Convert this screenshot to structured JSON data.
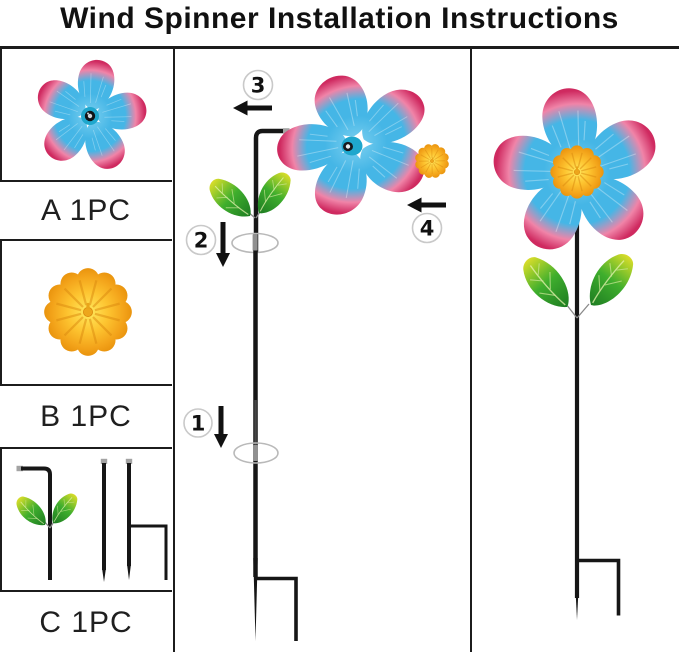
{
  "title": "Wind Spinner Installation Instructions",
  "parts_list": [
    {
      "letter": "A",
      "label": "A 1PC",
      "item": "blue-pink-pinwheel-blade"
    },
    {
      "letter": "B",
      "label": "B 1PC",
      "item": "orange-flower-center"
    },
    {
      "letter": "C",
      "label": "C 1PC",
      "item": "stake-poles-with-leaves"
    }
  ],
  "steps": [
    {
      "number": "1",
      "arrow_direction": "down"
    },
    {
      "number": "2",
      "arrow_direction": "down"
    },
    {
      "number": "3",
      "arrow_direction": "left"
    },
    {
      "number": "4",
      "arrow_direction": "left"
    }
  ],
  "colors": {
    "border": "#1c1c1c",
    "text": "#111111",
    "petal_blue": "#45b6e6",
    "petal_blue_light": "#7dd0f0",
    "petal_pink_light": "#f084a8",
    "petal_pink_deep": "#cf2a60",
    "hub_teal": "#1fa7cd",
    "flowerb_yellow": "#ffe95e",
    "flowerb_mid": "#fdc430",
    "flowerb_orange": "#e8920c",
    "leaf_dark": "#1e7d22",
    "leaf_mid": "#3fae2d",
    "leaf_tip": "#e3df2b",
    "rod": "#161616",
    "wire": "#8a8a8a",
    "swirl": "#b9b9b9",
    "circle_border": "#c9c9c9",
    "arrow": "#111111"
  }
}
